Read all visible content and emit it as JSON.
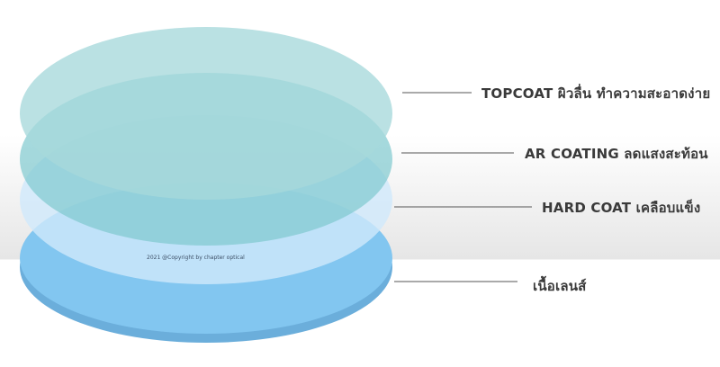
{
  "layers": [
    {
      "id": "topcoat",
      "label": "TOPCOAT ผิวลื่น ทำความสะอาดง่าย",
      "color": "#a6d9db",
      "opacity": 0.8
    },
    {
      "id": "ar-coating",
      "label": "AR COATING ลดแสงสะท้อน",
      "color": "#7fc9cf",
      "opacity": 0.72
    },
    {
      "id": "hard-coat",
      "label": "HARD COAT เคลือบแข็ง",
      "color": "#cfe9fb",
      "opacity": 0.8
    },
    {
      "id": "lens-material",
      "label": "เนื้อเลนส์",
      "color": "#82c6f0",
      "opacity": 1
    }
  ],
  "colors": {
    "base_rim": "#6baedb",
    "leader_line": "#555555"
  },
  "copyright": "2021 @Copyright by chapter optical"
}
